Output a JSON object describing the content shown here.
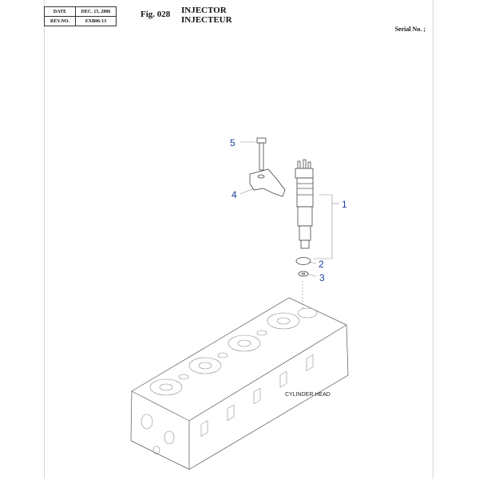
{
  "header": {
    "date_label": "DATE",
    "date_value": "DEC. 15, 2006",
    "rev_label": "REV.NO.",
    "rev_value": "EXB06-13",
    "figure_number": "Fig. 028",
    "title_en": "INJECTOR",
    "title_fr": "INJECTEUR",
    "serial": "Serial No. ;"
  },
  "diagram": {
    "callouts": [
      "5",
      "4",
      "1",
      "2",
      "3"
    ],
    "cylinder_head_label": "CYLINDER HEAD"
  }
}
